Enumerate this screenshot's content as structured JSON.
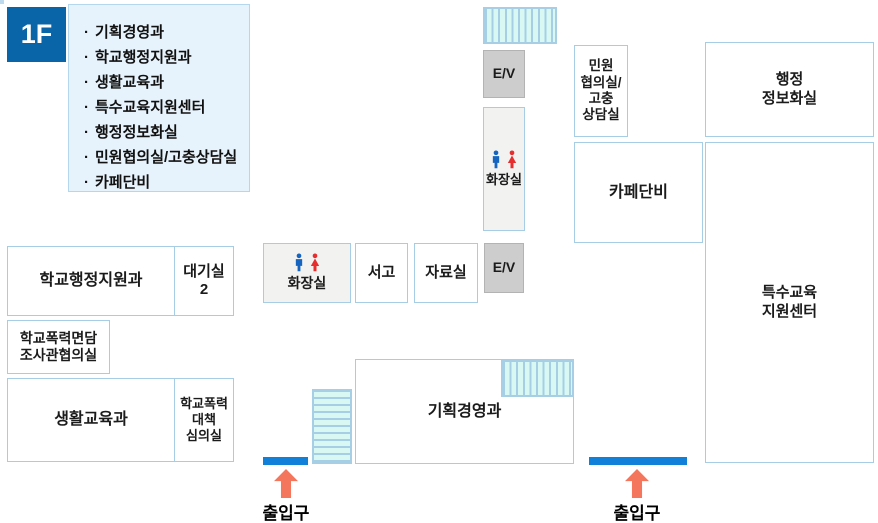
{
  "page": {
    "floor_label": "1F"
  },
  "legend": {
    "bullet": "·",
    "items": [
      "기획경영과",
      "학교행정지원과",
      "생활교육과",
      "특수교육지원센터",
      "행정정보화실",
      "민원협의실/고충상담실",
      "카페단비"
    ]
  },
  "rooms": {
    "planning": {
      "label": "기획경영과"
    },
    "school_admin_support": {
      "label": "학교행정지원과"
    },
    "waiting_room_2": {
      "label": "대기실\n2"
    },
    "violence_interview": {
      "label": "학교폭력면담\n조사관협의실"
    },
    "life_education": {
      "label": "생활교육과"
    },
    "violence_deliberation": {
      "label": "학교폭력\n대책\n심의실"
    },
    "restroom_upper": {
      "label": "화장실"
    },
    "restroom_lower": {
      "label": "화장실"
    },
    "stack_room": {
      "label": "서고"
    },
    "data_room": {
      "label": "자료실"
    },
    "elevator_upper": {
      "label": "E/V"
    },
    "elevator_lower": {
      "label": "E/V"
    },
    "civil_complaint": {
      "label": "민원\n협의실/\n고충\n상담실"
    },
    "cafe_danbi": {
      "label": "카페단비"
    },
    "admin_info_room": {
      "label": "행정\n정보화실"
    },
    "special_edu_center": {
      "label": "특수교육\n지원센터"
    }
  },
  "entrances": {
    "entrance_left_label": "출입구",
    "entrance_right_label": "출입구"
  },
  "colors": {
    "floor_fill": "#e9f3fb",
    "floor_border": "#bcd9ed",
    "room_border": "#a6cce6",
    "elevator_fill": "#cdcdcd",
    "restroom_fill": "#f2f2f0",
    "stairs_fill": "#d9f8f4",
    "stairs_line": "#a6cfe6",
    "entrance_bar": "#1080d8",
    "entrance_arrow": "#f4765c",
    "floor_badge": "#0a64a8",
    "male_icon": "#1565c0",
    "female_icon": "#e62e2e"
  }
}
